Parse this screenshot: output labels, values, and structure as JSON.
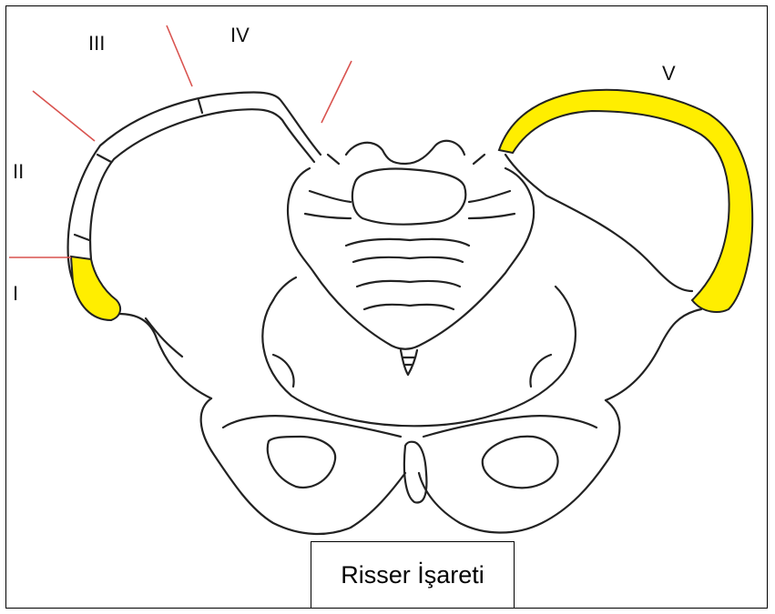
{
  "labels": {
    "i": "I",
    "ii": "II",
    "iii": "III",
    "iv": "IV",
    "v": "V"
  },
  "caption": "Risser İşareti",
  "colors": {
    "apophysis_highlight": "#ffee00",
    "marker_lines": "#d9534f",
    "outline": "#222222"
  }
}
